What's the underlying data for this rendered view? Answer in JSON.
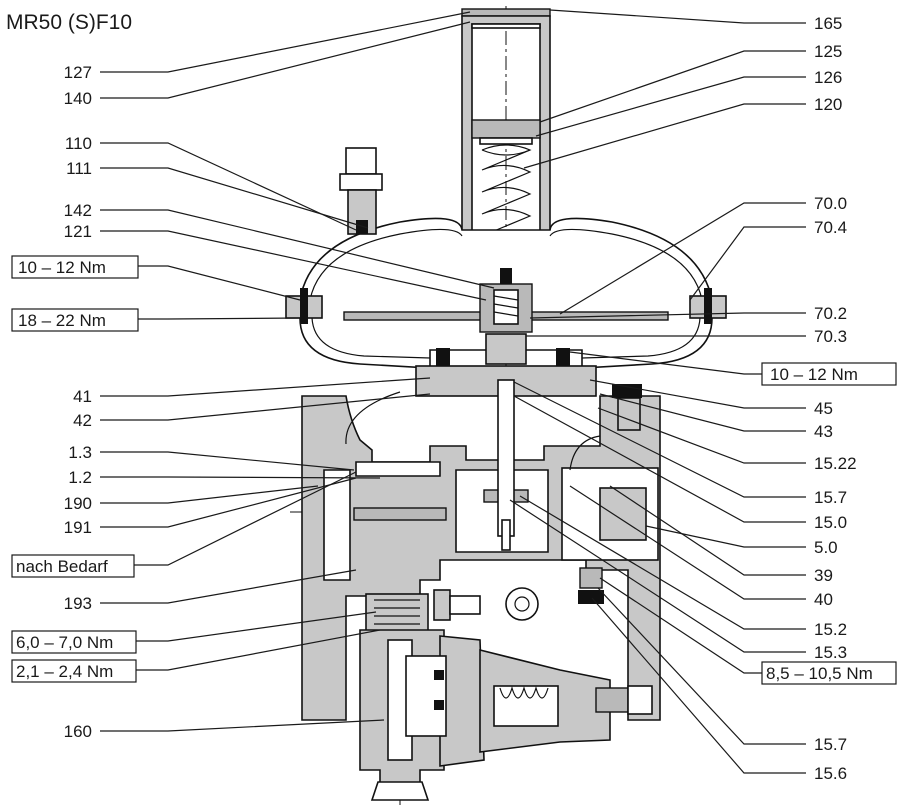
{
  "title": "MR50 (S)F10",
  "labels_left": [
    "127",
    "140",
    "110",
    "111",
    "142",
    "121",
    "41",
    "42",
    "1.3",
    "1.2",
    "190",
    "191",
    "193",
    "160"
  ],
  "boxed_left": [
    "10 – 12  Nm",
    "18 – 22  Nm",
    "nach Bedarf",
    "6,0 – 7,0 Nm",
    "2,1 – 2,4 Nm"
  ],
  "labels_right": [
    "165",
    "125",
    "126",
    "120",
    "70.0",
    "70.4",
    "70.2",
    "70.3",
    "45",
    "43",
    "15.22",
    "15.7",
    "15.0",
    "5.0",
    "39",
    "40",
    "15.2",
    "15.3",
    "15.7",
    "15.6"
  ],
  "boxed_right": [
    "10 – 12 Nm",
    "8,5 – 10,5 Nm"
  ]
}
